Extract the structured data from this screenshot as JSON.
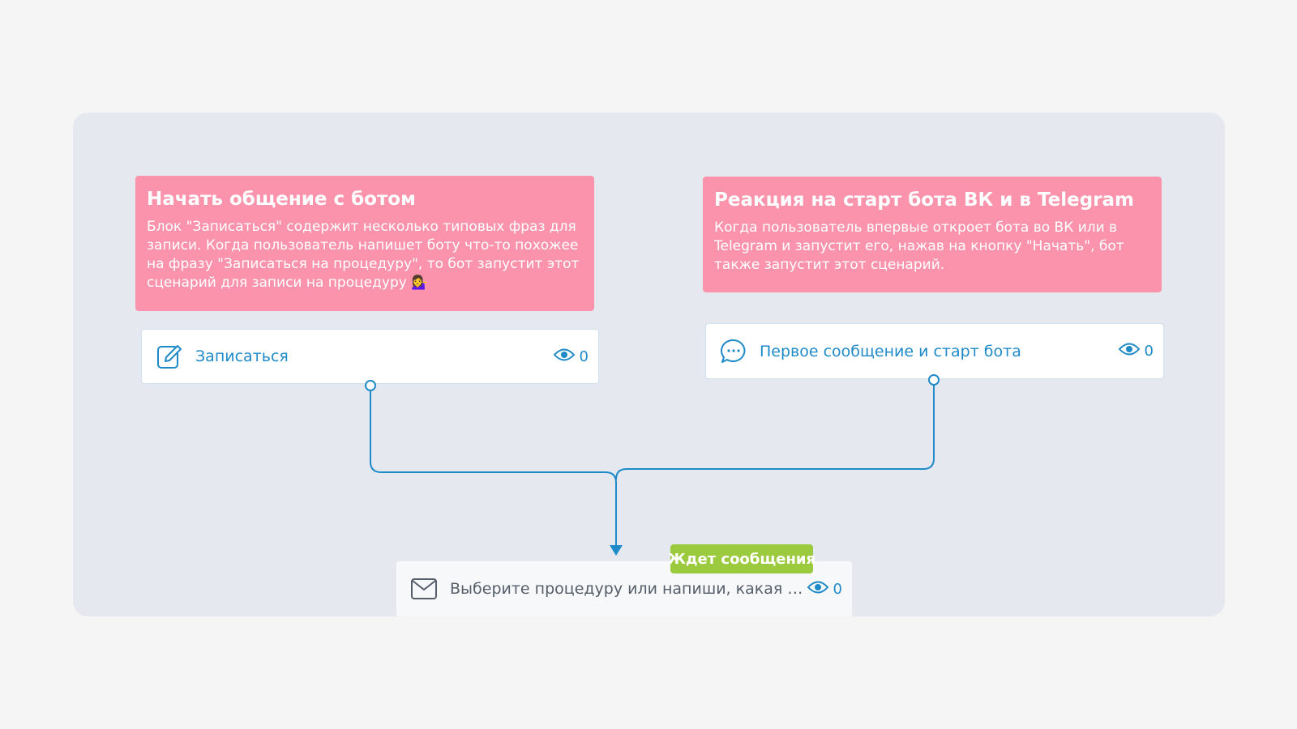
{
  "notes": [
    {
      "title": "Начать общение с ботом",
      "text": "Блок \"Записаться\" содержит несколько типовых фраз для записи. Когда пользователь напишет боту что-то похожее на фразу \"Записаться на процедуру\", то бот запустит этот сценарий для записи на процедуру 💁‍♀️"
    },
    {
      "title": "Реакция на старт бота ВК и в Telegram",
      "text": "Когда пользователь впервые откроет бота во ВК или в Telegram и запустит его, нажав на кнопку \"Начать\", бот также запустит этот сценарий."
    }
  ],
  "blocks": [
    {
      "label": "Записаться",
      "views": "0",
      "icon": "edit-icon"
    },
    {
      "label": "Первое сообщение и старт бота",
      "views": "0",
      "icon": "chat-bubble-icon"
    },
    {
      "label": "Выберите процедуру или напиши, какая п…",
      "views": "0",
      "icon": "envelope-icon"
    }
  ],
  "status_badge": {
    "label": "Ждет сообщения",
    "color": "#9bca3e"
  },
  "colors": {
    "accent": "#1f8ac8",
    "note": "#fa93ab",
    "canvas": "#e5e9ef"
  }
}
